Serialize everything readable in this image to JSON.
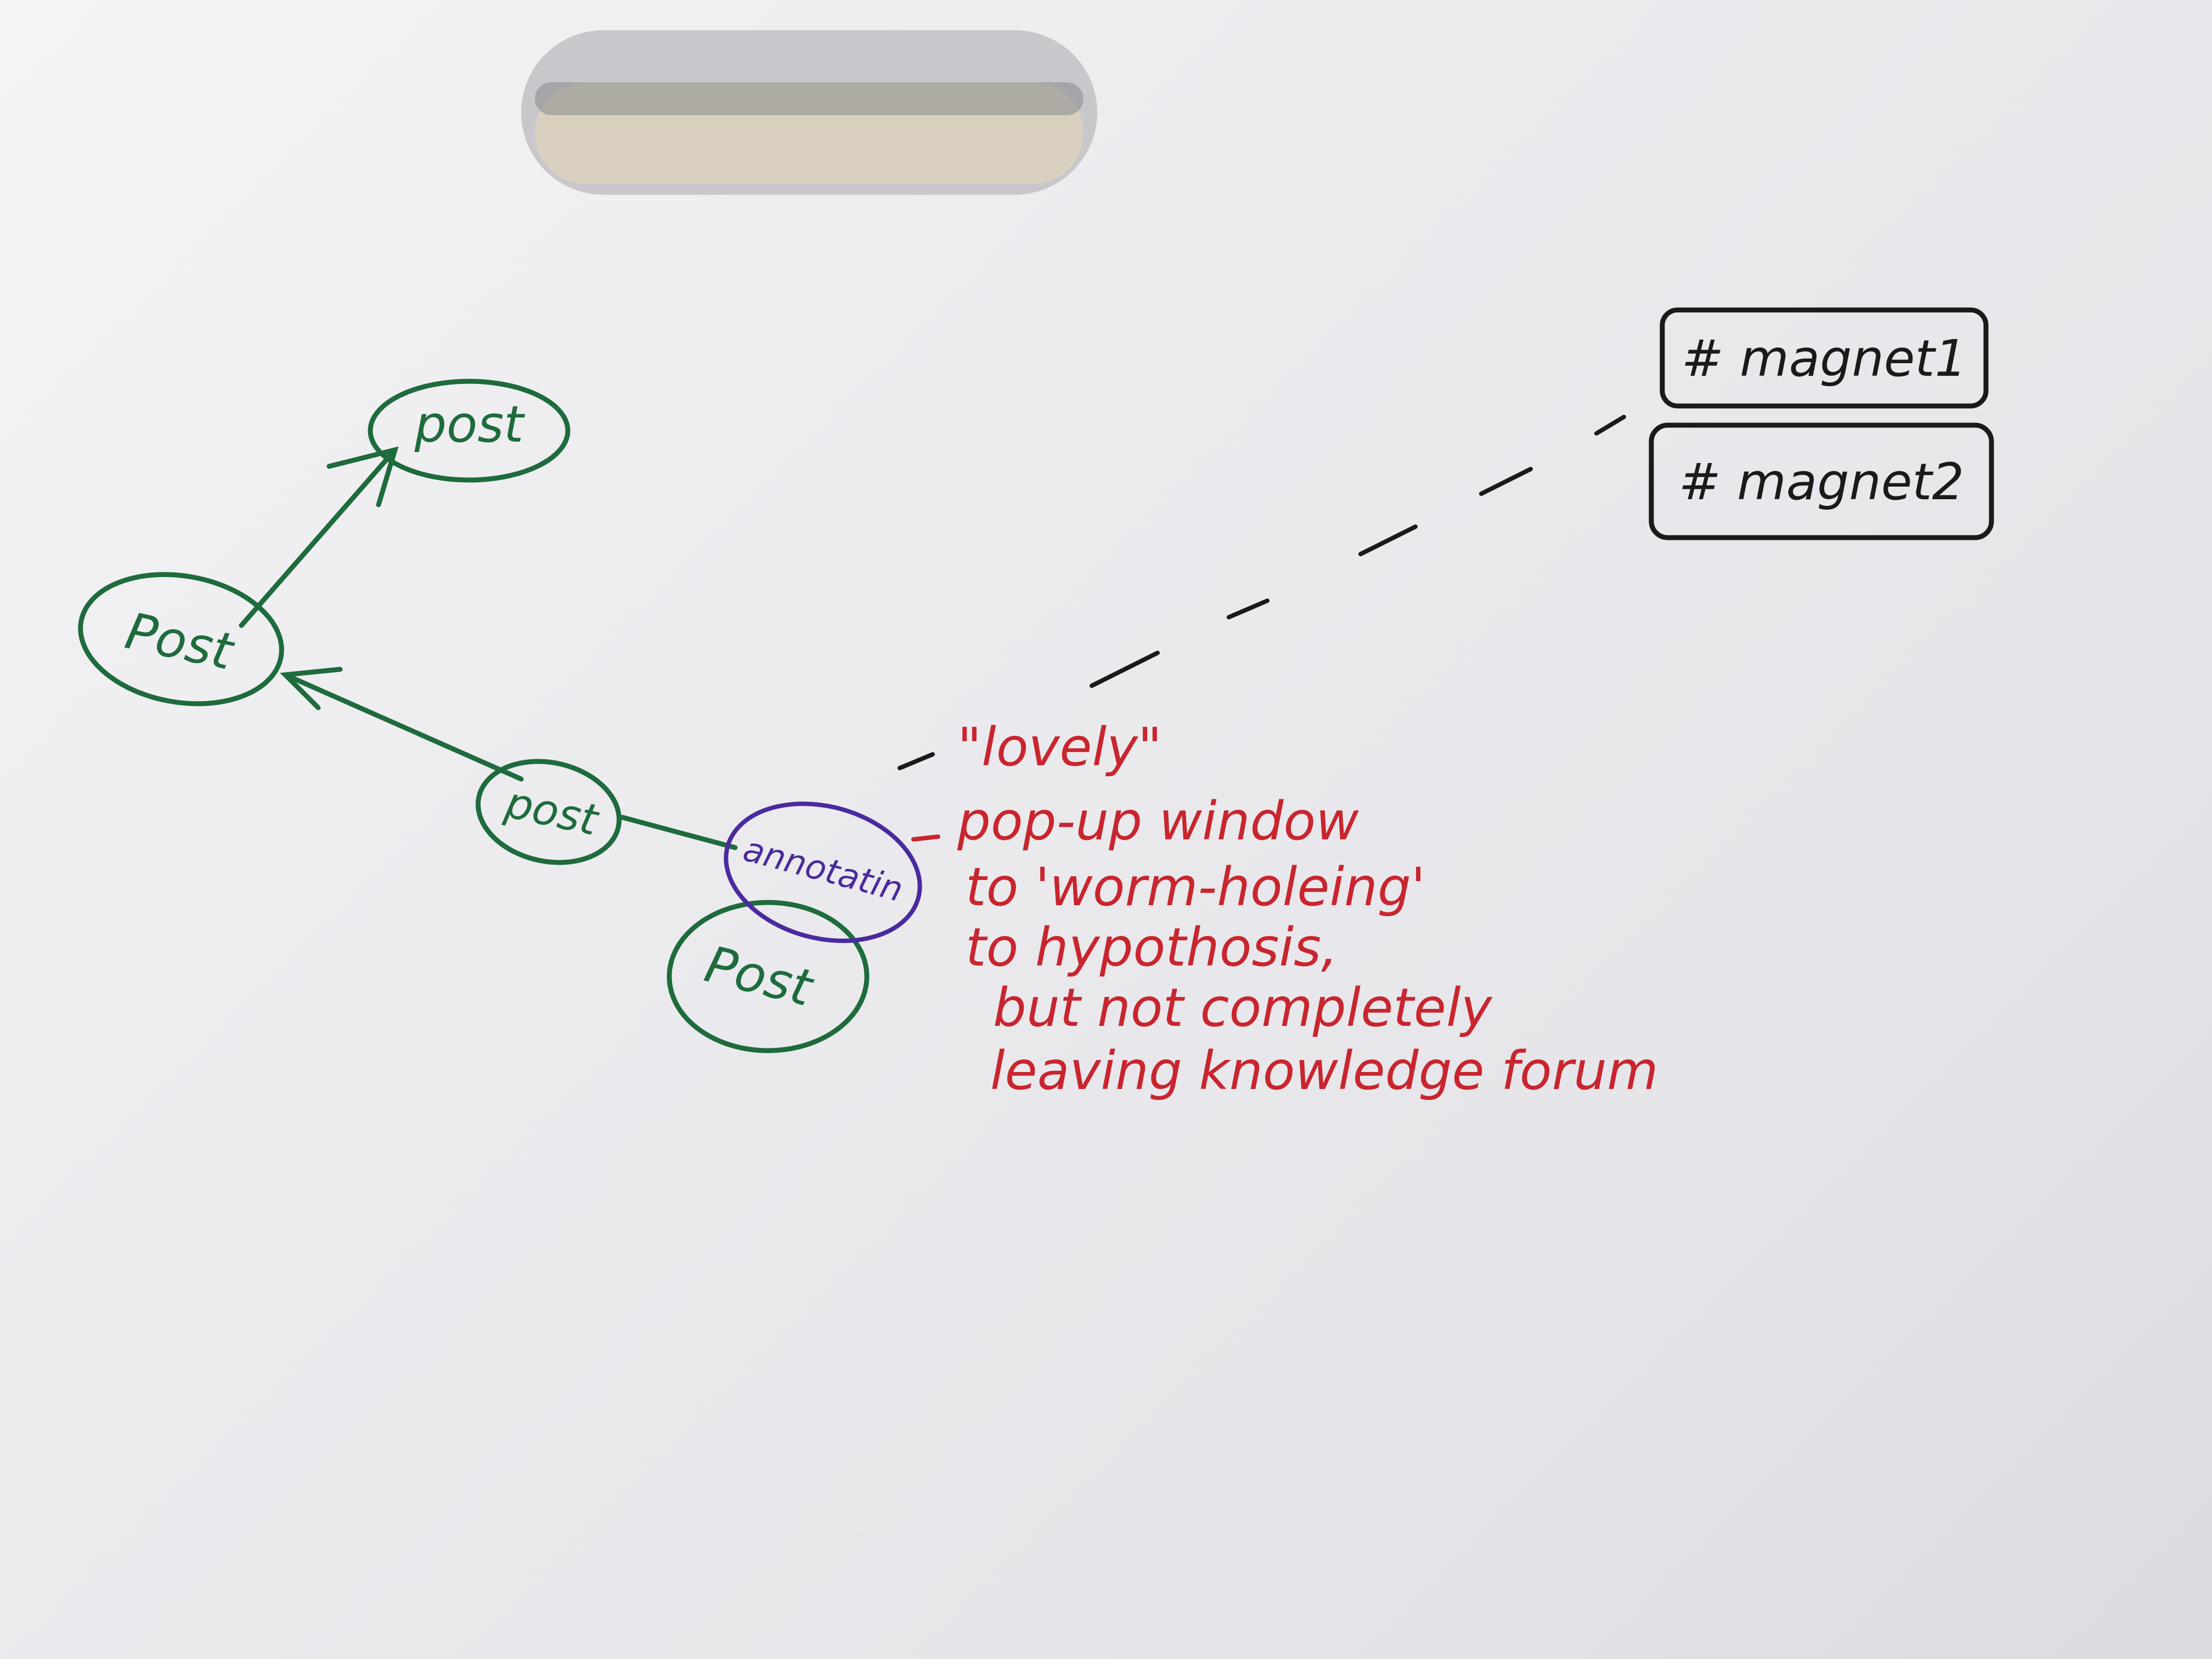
{
  "nodes": [
    {
      "id": "post-top",
      "label": "post"
    },
    {
      "id": "post-left",
      "label": "Post"
    },
    {
      "id": "post-mid",
      "label": "post"
    },
    {
      "id": "post-bottom",
      "label": "Post"
    }
  ],
  "annotation": {
    "label": "annotatin"
  },
  "tags": [
    {
      "id": "magnet1",
      "label": "# magnet1"
    },
    {
      "id": "magnet2",
      "label": "# magnet2"
    }
  ],
  "note": {
    "lines": [
      "\"lovely\"",
      "pop-up window",
      "to 'worm-holeing'",
      "to hypothosis,",
      "but not completely",
      "leaving knowledge forum"
    ]
  },
  "colors": {
    "post": "#1e6b3c",
    "annotation": "#4a2a9e",
    "tag": "#1a1a1a",
    "note": "#c9252e",
    "paper": "#ececef"
  }
}
